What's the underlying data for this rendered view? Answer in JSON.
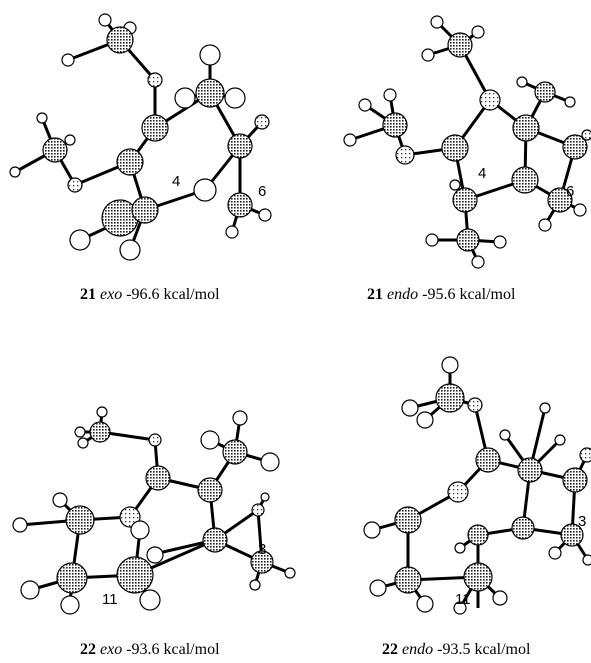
{
  "panels": [
    {
      "id": "21-exo",
      "compound": "21",
      "conformer": "exo",
      "energy": "-96.6 kcal/mol",
      "atom_labels": [
        "4",
        "6"
      ]
    },
    {
      "id": "21-endo",
      "compound": "21",
      "conformer": "endo",
      "energy": "-95.6 kcal/mol",
      "atom_labels": [
        "4",
        "6"
      ]
    },
    {
      "id": "22-exo",
      "compound": "22",
      "conformer": "exo",
      "energy": "-93.6 kcal/mol",
      "atom_labels": [
        "11",
        "3"
      ]
    },
    {
      "id": "22-endo",
      "compound": "22",
      "conformer": "endo",
      "energy": "-93.5 kcal/mol",
      "atom_labels": [
        "11",
        "3"
      ]
    }
  ]
}
